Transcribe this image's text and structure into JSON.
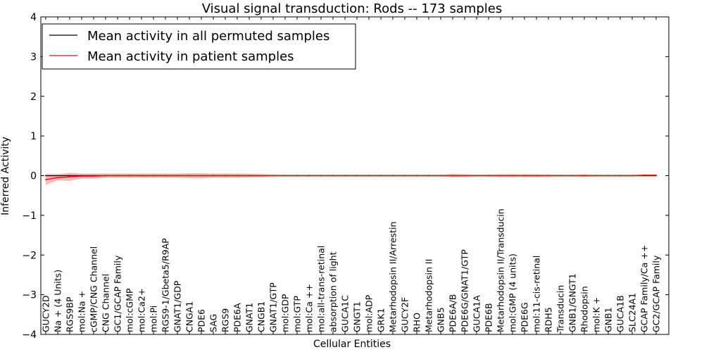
{
  "chart_data": {
    "type": "line",
    "title": "Visual signal transduction: Rods -- 173 samples",
    "xlabel": "Cellular Entities",
    "ylabel": "Inferred Activity",
    "ylim": [
      -4,
      4
    ],
    "yticks": [
      "−4",
      "−3",
      "−2",
      "−1",
      "0",
      "1",
      "2",
      "3",
      "4"
    ],
    "ytick_values": [
      -4,
      -3,
      -2,
      -1,
      0,
      1,
      2,
      3,
      4
    ],
    "legend_position": "top-left",
    "grid": false,
    "categories": [
      "GUCY2D",
      "Na + (4 Units)",
      "RGS9BP",
      "mol:Na +",
      "cGMP/CNG Channel",
      "CNG Channel",
      "GC1/GCAP Family",
      "mol:cGMP",
      "mol:Ca2+",
      "mol:Pi",
      "RGS9-1/Gbeta5/R9AP",
      "GNAT1/GDP",
      "CNGA1",
      "PDE6",
      "SAG",
      "RGS9",
      "PDE6A",
      "GNAT1",
      "CNGB1",
      "GNAT1/GTP",
      "mol:GDP",
      "mol:GTP",
      "mol:Ca ++",
      "mol:all-trans-retinal",
      "absorption of light",
      "GUCA1C",
      "GNGT1",
      "mol:ADP",
      "GRK1",
      "Metarhodopsin II/Arrestin",
      "GUCY2F",
      "RHO",
      "Metarhodopsin II",
      "GNB5",
      "PDE6A/B",
      "PDE6G/GNAT1/GTP",
      "GUCA1A",
      "PDE6B",
      "Metarhodopsin II/Transducin",
      "mol:GMP (4 units)",
      "PDE6G",
      "mol:11-cis-retinal",
      "RDH5",
      "Transducin",
      "GNB1/GNGT1",
      "Rhodopsin",
      "mol:K +",
      "GNB1",
      "GUCA1B",
      "SLC24A1",
      "GCAP Family/Ca ++",
      "GC2/GCAP Family"
    ],
    "series": [
      {
        "name": "Mean activity in all permuted samples",
        "color": "#000000",
        "band_color": "#cccccc",
        "values": [
          0,
          0,
          0,
          0,
          0,
          0,
          0,
          0,
          0,
          0,
          0,
          0,
          0,
          0,
          0,
          0,
          0,
          0,
          0,
          0,
          0,
          0,
          0,
          0,
          0,
          0,
          0,
          0,
          0,
          0,
          0,
          0,
          0,
          0,
          0,
          0,
          0,
          0,
          0,
          0,
          0,
          0,
          0,
          0,
          0,
          0,
          0,
          0,
          0,
          0,
          0,
          0
        ],
        "band_halfwidth": [
          0.05,
          0.05,
          0.05,
          0.05,
          0.05,
          0.05,
          0.05,
          0.05,
          0.05,
          0.05,
          0.05,
          0.05,
          0.05,
          0.05,
          0.05,
          0.05,
          0.05,
          0.05,
          0.05,
          0.04,
          0.04,
          0.04,
          0.04,
          0.04,
          0.04,
          0.04,
          0.04,
          0.04,
          0.04,
          0.04,
          0.04,
          0.04,
          0.04,
          0.04,
          0.04,
          0.04,
          0.04,
          0.04,
          0.04,
          0.04,
          0.04,
          0.04,
          0.04,
          0.04,
          0.04,
          0.04,
          0.04,
          0.04,
          0.04,
          0.04,
          0.04,
          0.04
        ]
      },
      {
        "name": "Mean activity in patient samples",
        "color": "#ff0000",
        "band_color": "#f4a0a0",
        "values": [
          -0.1,
          -0.05,
          -0.03,
          -0.01,
          -0.01,
          0,
          0,
          0,
          0,
          0,
          0,
          0,
          0,
          0,
          0,
          0,
          0,
          0,
          0,
          0,
          0,
          0,
          0,
          0,
          0,
          0,
          0,
          0,
          0,
          0,
          0,
          0,
          0,
          0,
          0,
          0,
          0,
          0,
          0,
          0,
          0,
          0,
          0,
          0,
          0,
          0,
          0,
          0,
          0,
          0,
          0.01,
          0.01
        ],
        "band_halfwidth": [
          0.13,
          0.07,
          0.1,
          0.06,
          0.06,
          0.05,
          0.05,
          0.05,
          0.05,
          0.05,
          0.05,
          0.05,
          0.06,
          0.06,
          0.05,
          0.05,
          0.05,
          0.04,
          0.03,
          0.02,
          0.01,
          0.01,
          0.01,
          0.01,
          0.01,
          0.01,
          0.01,
          0.01,
          0.01,
          0.01,
          0.01,
          0.01,
          0.01,
          0.01,
          0.04,
          0.03,
          0.01,
          0.02,
          0.03,
          0.03,
          0.03,
          0.03,
          0.02,
          0.01,
          0.01,
          0.03,
          0.01,
          0.01,
          0.01,
          0.01,
          0.01,
          0.01
        ]
      }
    ]
  }
}
